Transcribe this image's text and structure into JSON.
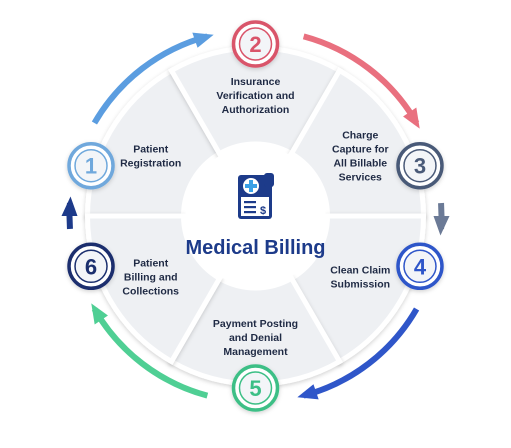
{
  "center": {
    "title": "Medical Billing",
    "icon": "medical-bill-icon"
  },
  "steps": [
    {
      "number": "1",
      "lines": [
        "Patient",
        "Registration"
      ],
      "color": "#6fa8dc",
      "ring": "#5b9de0"
    },
    {
      "number": "2",
      "lines": [
        "Insurance",
        "Verification and",
        "Authorization"
      ],
      "color": "#d9546a",
      "ring": "#e9707f"
    },
    {
      "number": "3",
      "lines": [
        "Charge",
        "Capture for",
        "All Billable",
        "Services"
      ],
      "color": "#4a5a78",
      "ring": "#6b7a96"
    },
    {
      "number": "4",
      "lines": [
        "Clean Claim",
        "Submission"
      ],
      "color": "#2f56c9",
      "ring": "#2f56c9"
    },
    {
      "number": "5",
      "lines": [
        "Payment Posting",
        "and Denial",
        "Management"
      ],
      "color": "#3cbf86",
      "ring": "#4fcf94"
    },
    {
      "number": "6",
      "lines": [
        "Patient",
        "Billing and",
        "Collections"
      ],
      "color": "#1b2f6e",
      "ring": "#1d3a8a"
    }
  ],
  "colors": {
    "segment_fill": "#eef0f3",
    "segment_edge": "#ffffff",
    "center_fill": "#ffffff",
    "title": "#1d3b8a"
  }
}
